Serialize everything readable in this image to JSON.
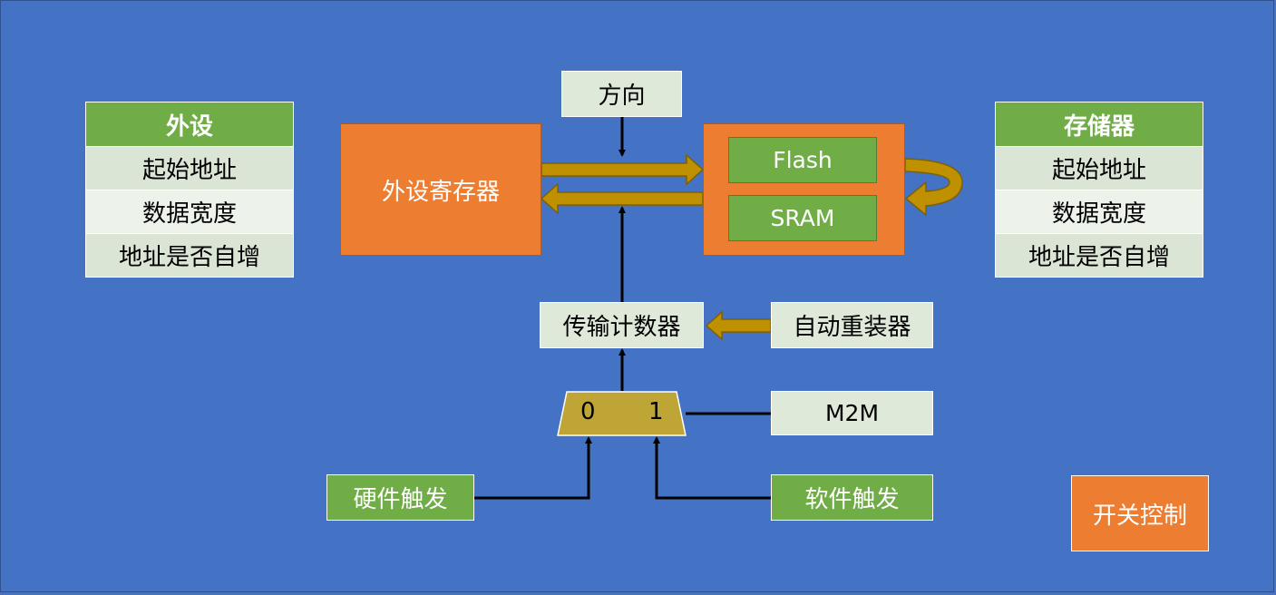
{
  "peripheral_table": {
    "title": "外设",
    "rows": [
      "起始地址",
      "数据宽度",
      "地址是否自增"
    ]
  },
  "memory_table": {
    "title": "存储器",
    "rows": [
      "起始地址",
      "数据宽度",
      "地址是否自增"
    ]
  },
  "peripheral_register": "外设寄存器",
  "direction": "方向",
  "memory_block": {
    "flash": "Flash",
    "sram": "SRAM"
  },
  "transfer_counter": "传输计数器",
  "auto_reload": "自动重装器",
  "mux": {
    "input0": "0",
    "input1": "1"
  },
  "m2m": "M2M",
  "hardware_trigger": "硬件触发",
  "software_trigger": "软件触发",
  "switch_control": "开关控制",
  "colors": {
    "background": "#4472C4",
    "green": "#70AD47",
    "orange": "#ED7D31",
    "light_green": "#DFE9DA",
    "gold_arrow": "#BF9000",
    "mux": "#BFA536"
  }
}
